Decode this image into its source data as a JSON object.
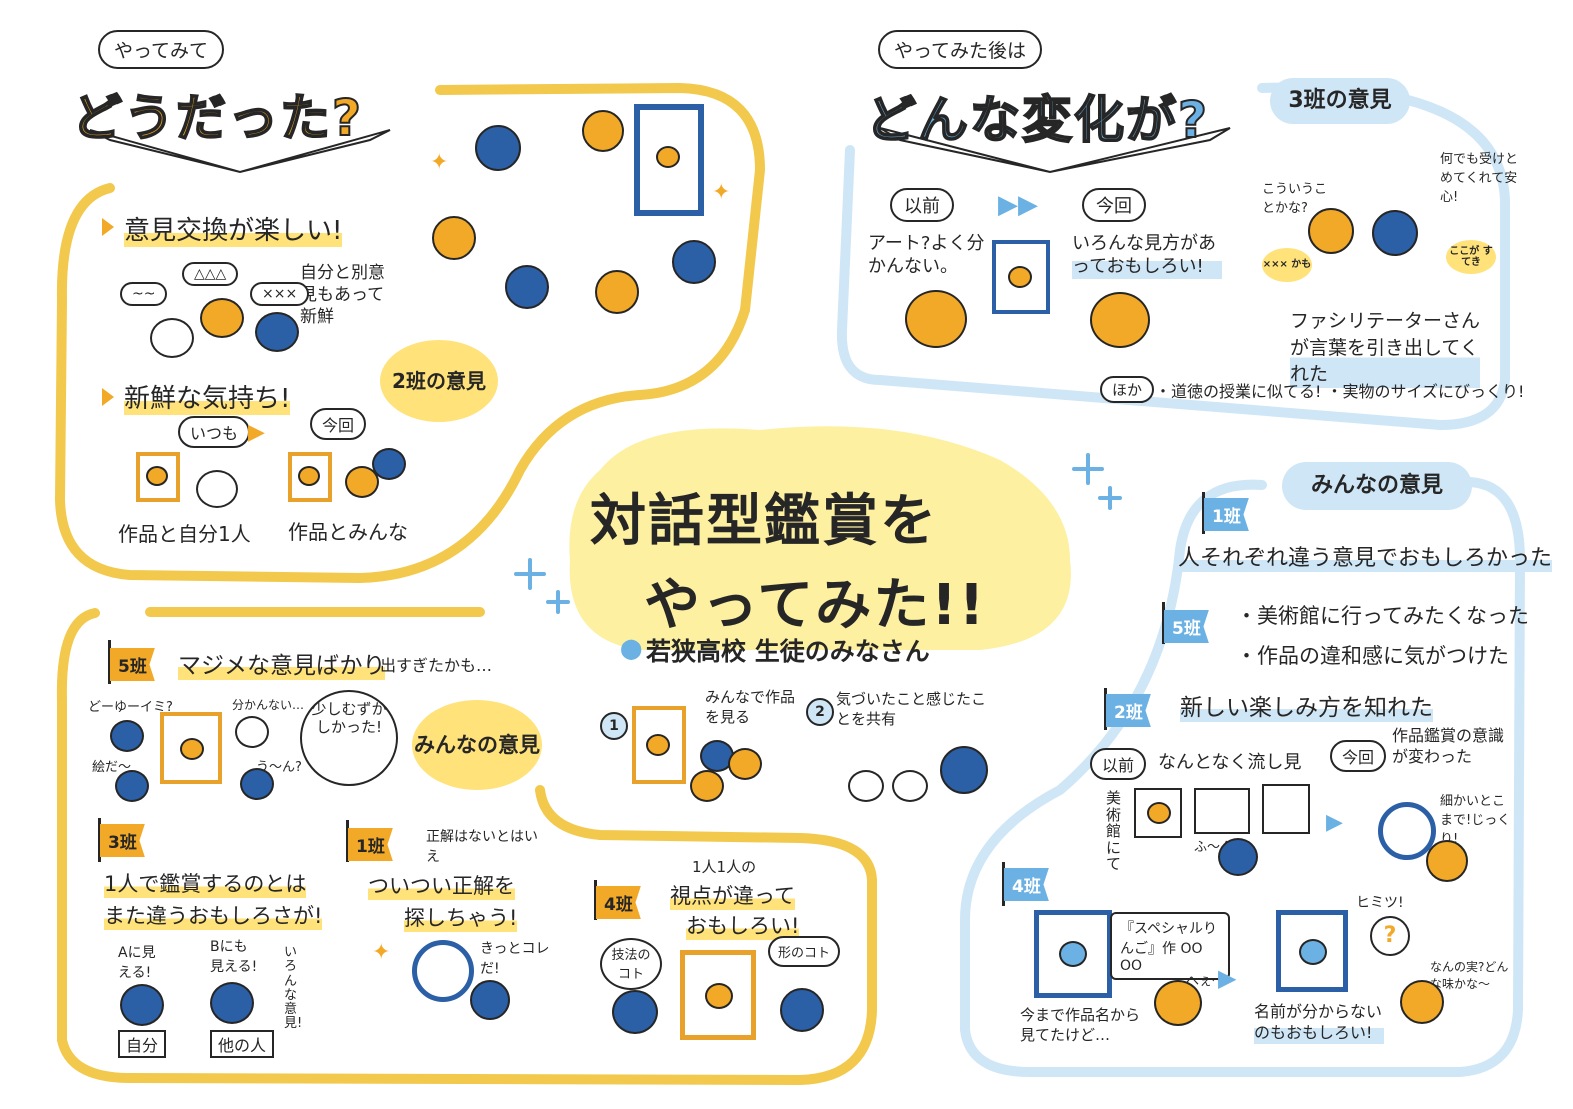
{
  "colors": {
    "yellow": "#f2c94c",
    "blue": "#a9d3f0",
    "orange": "#f2a928",
    "navy": "#2b5fa6",
    "highlight": "#ffe27a"
  },
  "center": {
    "title_line1": "対話型鑑賞を",
    "title_line2": "やってみた!!",
    "subtitle": "若狭高校 生徒のみなさん",
    "step1": "みんなで作品を見る",
    "step2": "気づいたこと感じたことを共有",
    "step1_num": "1",
    "step2_num": "2"
  },
  "topleft": {
    "bubble": "やってみて",
    "heading": "どうだった?",
    "point1": "意見交換が楽しい!",
    "point1_note": "自分と別意見もあって新鮮",
    "point2": "新鮮な気持ち!",
    "itsumo": "いつも",
    "konkai": "今回",
    "caption_left": "作品と自分1人",
    "caption_right": "作品とみんな",
    "badge": "2班の意見"
  },
  "topright": {
    "bubble": "やってみた後は",
    "heading": "どんな変化が?",
    "badge": "3班の意見",
    "before_label": "以前",
    "before_text": "アート?よく分かんない。",
    "after_label": "今回",
    "after_text": "いろんな見方があっておもしろい!",
    "bubble_a": "こういうことかな?",
    "bubble_b": "何でも受けとめてくれて安心!",
    "facilitator": "ファシリテーターさんが言葉を引き出してくれた",
    "others_label": "ほか",
    "others_text": "・道徳の授業に似てる! ・実物のサイズにびっくり!"
  },
  "bottomleft": {
    "badge": "みんなの意見",
    "g5_flag": "5班",
    "g5_text": "マジメな意見ばかり",
    "g5_suffix": "出すぎたかも…",
    "g5_talk": "少しむずかしかった!",
    "g5_a": "どーゆーイミ?",
    "g5_b": "絵だ〜",
    "g5_c": "分かんない…",
    "g5_d": "う〜ん?",
    "g3_flag": "3班",
    "g3_text1": "1人で鑑賞するのとは",
    "g3_text2": "また違うおもしろさが!",
    "g3_a": "Aに見える!",
    "g3_b": "Bにも見える!",
    "g3_c": "いろんな意見!",
    "g3_self": "自分",
    "g3_other": "他の人",
    "g1_flag": "1班",
    "g1_note": "正解はないとはいえ",
    "g1_text1": "ついつい正解を",
    "g1_text2": "探しちゃう!",
    "g1_talk": "きっとコレだ!",
    "g4_flag": "4班",
    "g4_note": "1人1人の",
    "g4_text1": "視点が違って",
    "g4_text2": "おもしろい!",
    "g4_a": "技法のコト",
    "g4_b": "形のコト"
  },
  "bottomright": {
    "badge": "みんなの意見",
    "g1_flag": "1班",
    "g1_text": "人それぞれ違う意見でおもしろかった",
    "g5_flag": "5班",
    "g5_text1": "・美術館に行ってみたくなった",
    "g5_text2": "・作品の違和感に気がつけた",
    "g2_flag": "2班",
    "g2_text": "新しい楽しみ方を知れた",
    "g2_before": "以前",
    "g2_before_text": "なんとなく流し見",
    "g2_vertical": "美術館にて",
    "g2_now": "今回",
    "g2_now_text": "作品鑑賞の意識が変わった",
    "g2_detail": "細かいとこまで!じっくり!",
    "g2_hmm": "ふ〜ん…",
    "g4_flag": "4班",
    "g4_card": "『スペシャルりんご』作 OO OO",
    "g4_left": "今まで作品名から見てたけど…",
    "g4_right": "名前が分からないのもおもしろい!",
    "g4_secret": "ヒミツ!",
    "g4_wonder": "なんの実?どんな味かな〜",
    "g4_hee": "へぇ〜"
  }
}
